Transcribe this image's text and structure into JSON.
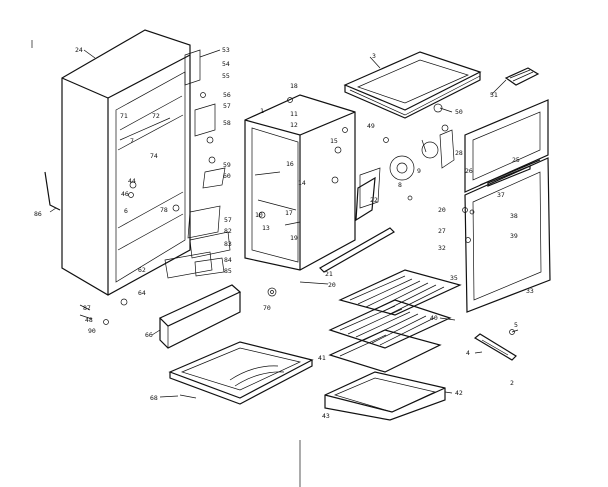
{
  "callouts": [
    {
      "id": "c24",
      "text": "24"
    },
    {
      "id": "c53",
      "text": "53"
    },
    {
      "id": "c54",
      "text": "54"
    },
    {
      "id": "c55",
      "text": "55"
    },
    {
      "id": "c56",
      "text": "56"
    },
    {
      "id": "c57a",
      "text": "57"
    },
    {
      "id": "c58",
      "text": "58"
    },
    {
      "id": "c59",
      "text": "59"
    },
    {
      "id": "c60",
      "text": "60"
    },
    {
      "id": "c1",
      "text": "1"
    },
    {
      "id": "c18",
      "text": "18"
    },
    {
      "id": "c11",
      "text": "11"
    },
    {
      "id": "c12",
      "text": "12"
    },
    {
      "id": "c49",
      "text": "49"
    },
    {
      "id": "c50",
      "text": "50"
    },
    {
      "id": "c51",
      "text": "51"
    },
    {
      "id": "c8",
      "text": "8"
    },
    {
      "id": "c9",
      "text": "9"
    },
    {
      "id": "c3",
      "text": "3"
    },
    {
      "id": "c28",
      "text": "28"
    },
    {
      "id": "c26",
      "text": "26"
    },
    {
      "id": "c25",
      "text": "25"
    },
    {
      "id": "c37a",
      "text": "37"
    },
    {
      "id": "c38",
      "text": "38"
    },
    {
      "id": "c39",
      "text": "39"
    },
    {
      "id": "c27",
      "text": "27"
    },
    {
      "id": "c32",
      "text": "32"
    },
    {
      "id": "c35",
      "text": "35"
    },
    {
      "id": "c33",
      "text": "33"
    },
    {
      "id": "c20a",
      "text": "20"
    },
    {
      "id": "c22",
      "text": "22"
    },
    {
      "id": "c21",
      "text": "21"
    },
    {
      "id": "c20b",
      "text": "20"
    },
    {
      "id": "c70",
      "text": "70"
    },
    {
      "id": "c71",
      "text": "71"
    },
    {
      "id": "c72",
      "text": "72"
    },
    {
      "id": "c74",
      "text": "74"
    },
    {
      "id": "c44",
      "text": "44"
    },
    {
      "id": "c46",
      "text": "46"
    },
    {
      "id": "c6",
      "text": "6"
    },
    {
      "id": "c7",
      "text": "7"
    },
    {
      "id": "c78",
      "text": "78"
    },
    {
      "id": "c57b",
      "text": "57"
    },
    {
      "id": "c82",
      "text": "82"
    },
    {
      "id": "c83",
      "text": "83"
    },
    {
      "id": "c84",
      "text": "84"
    },
    {
      "id": "c85",
      "text": "85"
    },
    {
      "id": "c86",
      "text": "86"
    },
    {
      "id": "c87",
      "text": "87"
    },
    {
      "id": "c48",
      "text": "48"
    },
    {
      "id": "c62",
      "text": "62"
    },
    {
      "id": "c64",
      "text": "64"
    },
    {
      "id": "c66",
      "text": "66"
    },
    {
      "id": "c68",
      "text": "68"
    },
    {
      "id": "c40",
      "text": "40"
    },
    {
      "id": "c41",
      "text": "41"
    },
    {
      "id": "c42",
      "text": "42"
    },
    {
      "id": "c43",
      "text": "43"
    },
    {
      "id": "c2",
      "text": "2"
    },
    {
      "id": "c4",
      "text": "4"
    },
    {
      "id": "c5",
      "text": "5"
    },
    {
      "id": "c90",
      "text": "90"
    },
    {
      "id": "c14",
      "text": "14"
    },
    {
      "id": "c16",
      "text": "16"
    },
    {
      "id": "c17",
      "text": "17"
    },
    {
      "id": "c15",
      "text": "15"
    },
    {
      "id": "c10",
      "text": "10"
    },
    {
      "id": "c19",
      "text": "19"
    },
    {
      "id": "c13",
      "text": "13"
    }
  ]
}
